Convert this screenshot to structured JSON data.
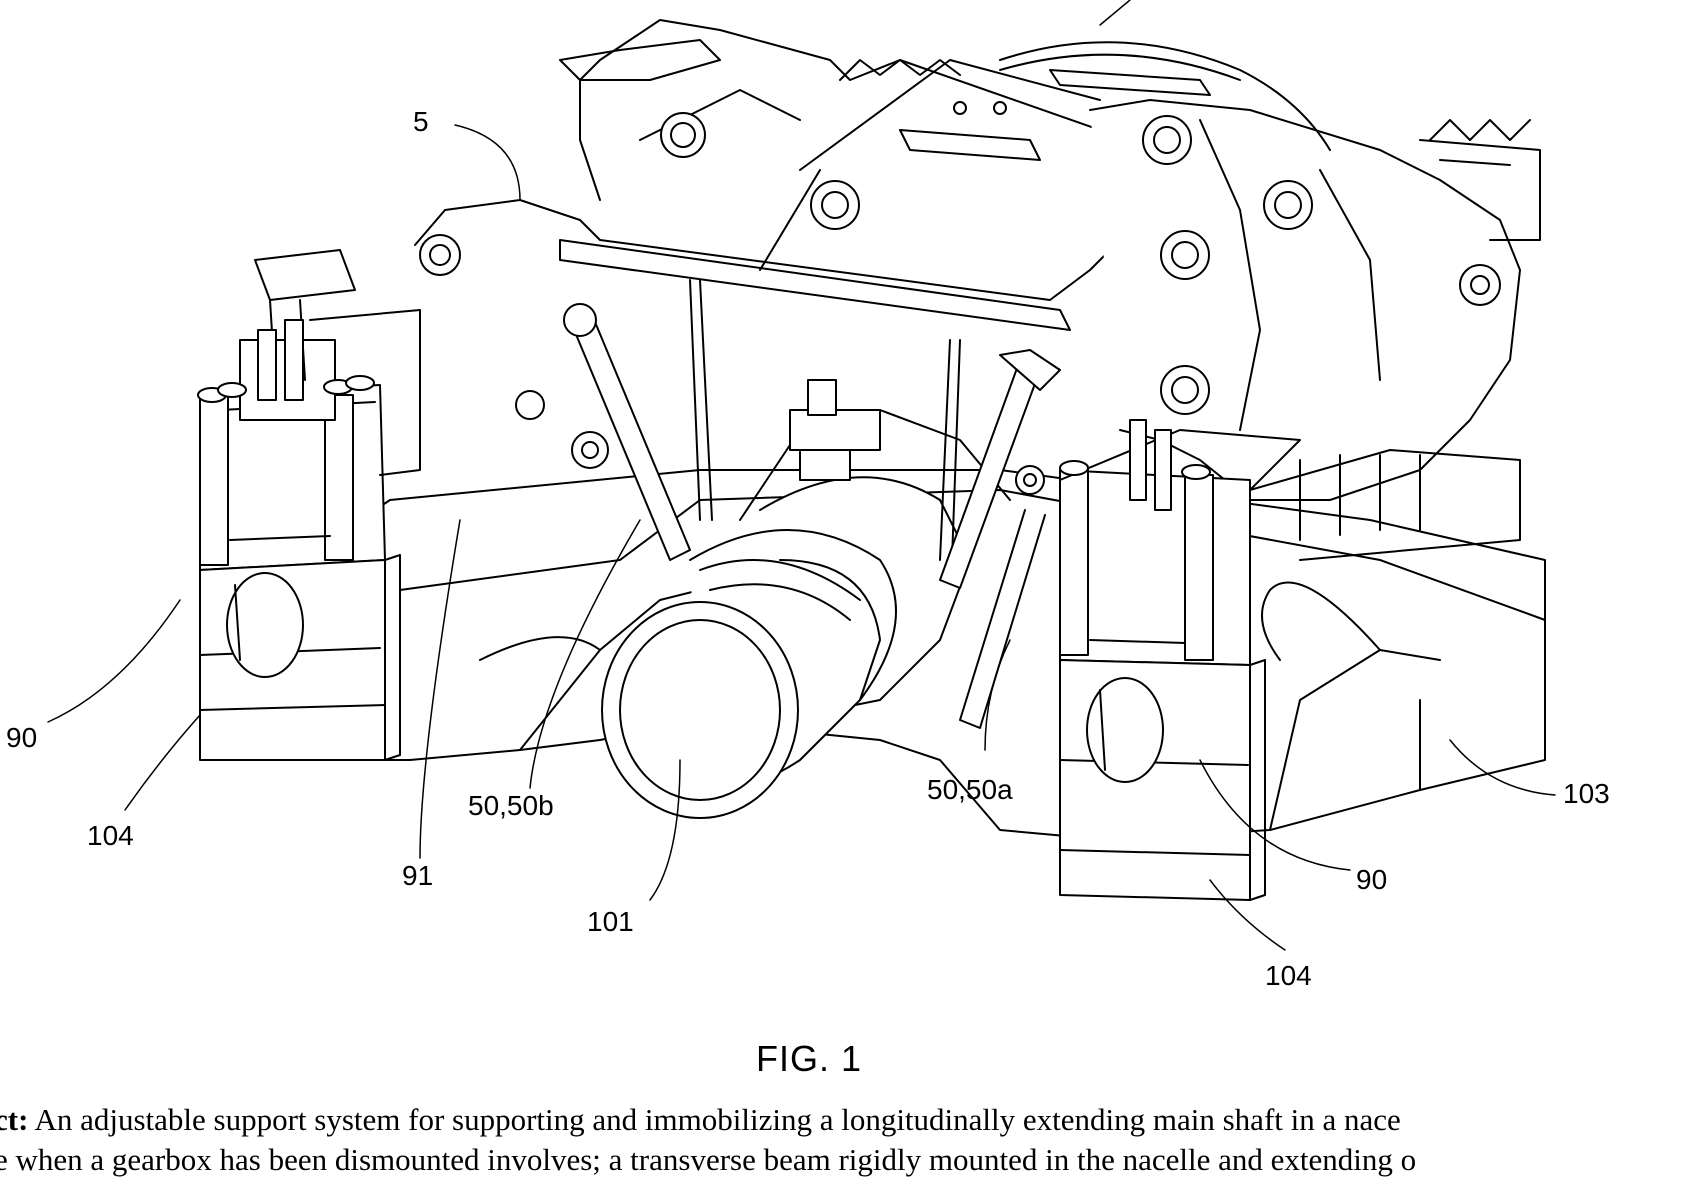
{
  "figure": {
    "title": "FIG. 1",
    "labels": {
      "l5": "5",
      "l90_left": "90",
      "l104_left": "104",
      "l91": "91",
      "l50b": "50,50b",
      "l101": "101",
      "l50a": "50,50a",
      "l103": "103",
      "l90_right": "90",
      "l104_right": "104"
    }
  },
  "abstract": {
    "lead": "ct:",
    "line1_rest": " An adjustable support system for supporting and immobilizing a longitudinally extending main shaft in a nace",
    "line2": "e when a gearbox has been dismounted involves; a transverse beam rigidly mounted in the nacelle and extending o"
  },
  "colors": {
    "ink": "#000000",
    "paper": "#ffffff"
  }
}
